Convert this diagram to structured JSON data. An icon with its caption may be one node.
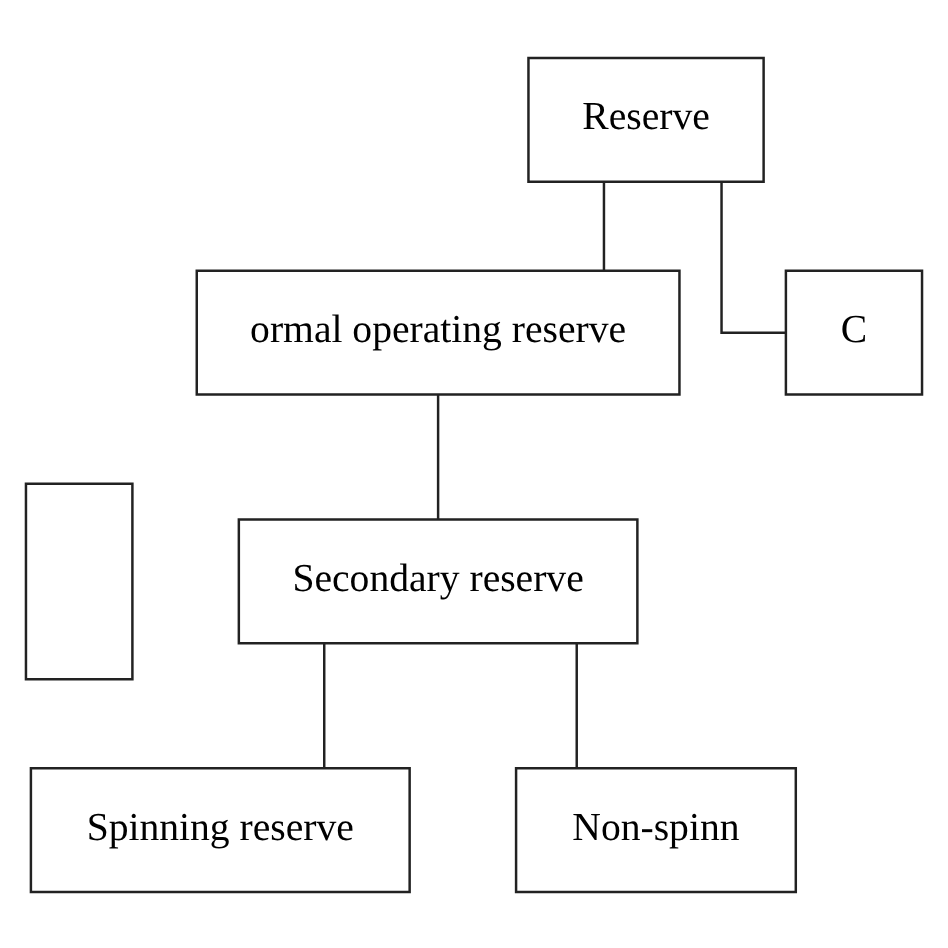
{
  "diagram": {
    "nodes": [
      {
        "text": [
          "Reserve"
        ]
      },
      {
        "text": [
          "ormal operating reserve"
        ]
      },
      {
        "text": [
          "C"
        ]
      },
      {
        "text": [],
        "shape": "box"
      },
      {
        "text": [
          "Secondary reserve"
        ]
      },
      {
        "text": [
          "Spinning reserve"
        ]
      },
      {
        "text": [
          "Non-spinn"
        ]
      }
    ],
    "edges": [
      {
        "from": 0,
        "to": 1,
        "arrow": "none"
      },
      {
        "from": 0,
        "to": 2,
        "arrow": "none"
      },
      {
        "from": 1,
        "to": 4,
        "arrow": "none"
      },
      {
        "from": 4,
        "to": 5,
        "arrow": "none"
      },
      {
        "from": 4,
        "to": 6,
        "arrow": "none"
      }
    ]
  }
}
